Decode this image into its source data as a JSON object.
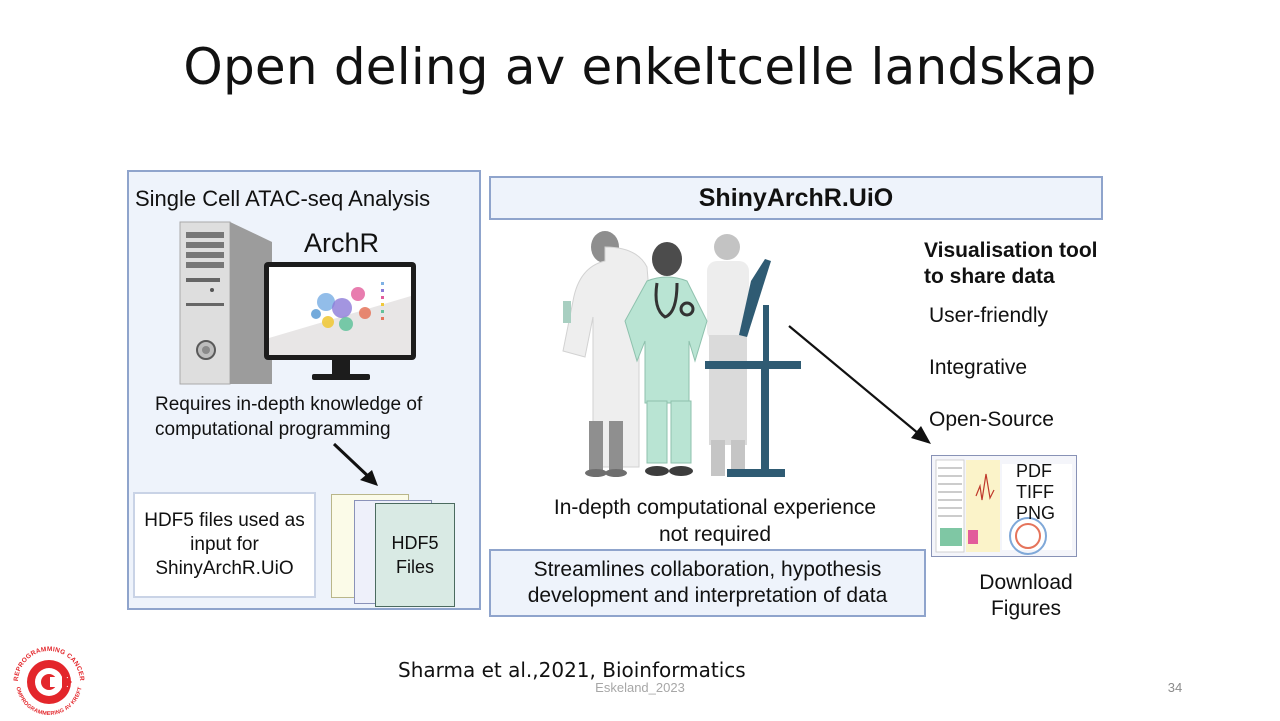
{
  "slide": {
    "title": "Open deling av enkeltcelle landskap",
    "page_number": "34",
    "footer_author": "Eskeland_2023",
    "citation": "Sharma et al.,2021, Bioinformatics"
  },
  "left_panel": {
    "title": "Single Cell ATAC-seq Analysis",
    "software_label": "ArchR",
    "requirement_text_line1": "Requires in-depth knowledge of",
    "requirement_text_line2": "computational programming",
    "hdf5_box_line1": "HDF5 files used as",
    "hdf5_box_line2": "input for",
    "hdf5_box_line3": "ShinyArchR.UiO",
    "doc_label_line1": "HDF5",
    "doc_label_line2": "Files"
  },
  "right_panel": {
    "banner_title": "ShinyArchR.UiO",
    "vis_title_line1": "Visualisation tool",
    "vis_title_line2": "to share data",
    "features": [
      "User-friendly",
      "Integrative",
      "Open-Source"
    ],
    "indepth_line1": "In-depth computational experience",
    "indepth_line2": "not required",
    "streamlines_line1": "Streamlines collaboration, hypothesis",
    "streamlines_line2": "development and interpretation of data",
    "formats": [
      "PDF",
      "TIFF",
      "PNG"
    ],
    "download_line1": "Download",
    "download_line2": "Figures"
  },
  "logo": {
    "top_text": "REPROGRAMMING CANCER",
    "bottom_text": "OMPROGRAMMERING AV KREFT"
  },
  "colors": {
    "panel_fill": "#eef3fb",
    "panel_border": "#8fa4cc",
    "logo_red": "#e3262b",
    "screen_blue": "#2f5b73"
  }
}
